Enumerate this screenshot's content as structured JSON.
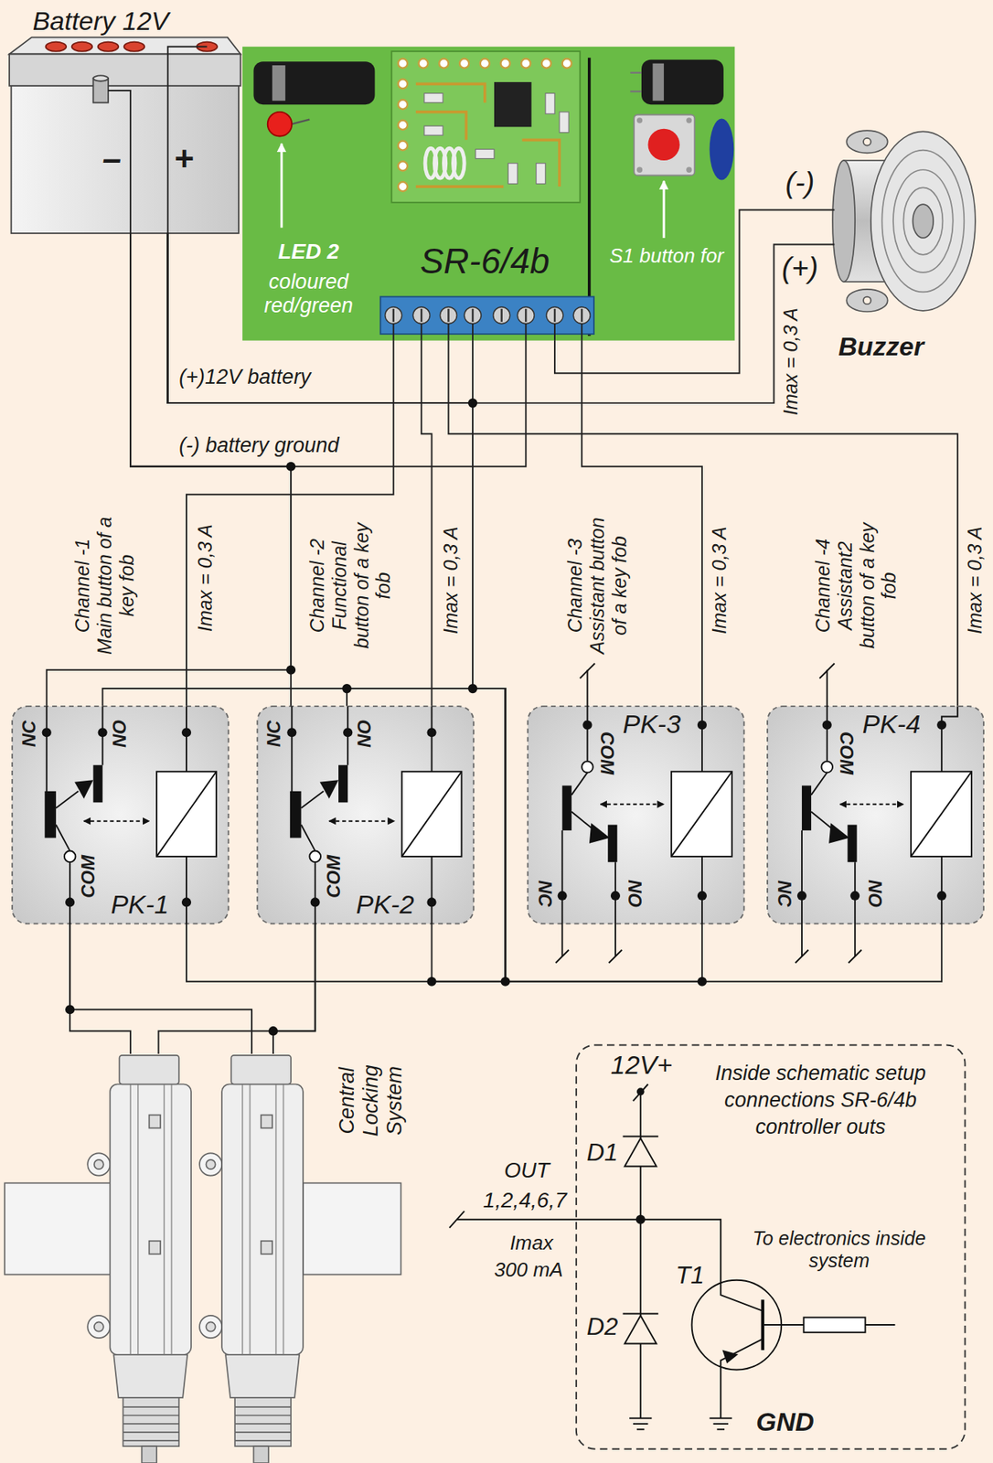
{
  "diagram": {
    "nodes": [
      {
        "text": [
          "Battery 12V",
          "–",
          "+"
        ]
      },
      {
        "text": [
          "SR-6/4b",
          "LED 2",
          "coloured red/green",
          "S1 button for"
        ]
      },
      {
        "text": [
          "Buzzer"
        ]
      },
      {
        "text": [
          "NC",
          "NO",
          "COM",
          "PK-1"
        ]
      },
      {
        "text": [
          "NC",
          "NO",
          "COM",
          "PK-2"
        ]
      },
      {
        "text": [
          "PK-3",
          "COM",
          "NC",
          "NO"
        ]
      },
      {
        "text": [
          "PK-4",
          "COM",
          "NC",
          "NO"
        ]
      },
      {
        "text": [
          "Central Locking System"
        ]
      },
      {
        "text": [
          "12V+",
          "Inside schematic setup connections SR-6/4b controller outs",
          "D1",
          "To electronics inside system",
          "T1",
          "D2",
          "GND"
        ]
      }
    ],
    "edges": [
      {
        "from": 0,
        "to": 1,
        "arrow": "none"
      },
      {
        "from": 0,
        "to": 1,
        "arrow": "none"
      },
      {
        "from": 0,
        "to": 2,
        "arrow": "none"
      },
      {
        "from": 1,
        "to": 2,
        "arrow": "none"
      },
      {
        "from": 1,
        "to": 3,
        "arrow": "none"
      },
      {
        "from": 1,
        "to": 4,
        "arrow": "none"
      },
      {
        "from": 1,
        "to": 5,
        "arrow": "none"
      },
      {
        "from": 1,
        "to": 6,
        "arrow": "none"
      },
      {
        "from": 0,
        "to": 3,
        "arrow": "none"
      },
      {
        "from": 0,
        "to": 4,
        "arrow": "none"
      },
      {
        "from": 0,
        "to": 3,
        "arrow": "none"
      },
      {
        "from": 0,
        "to": 4,
        "arrow": "none"
      },
      {
        "from": 0,
        "to": 3,
        "arrow": "none"
      },
      {
        "from": 0,
        "to": 4,
        "arrow": "none"
      },
      {
        "from": 0,
        "to": 5,
        "arrow": "none"
      },
      {
        "from": 0,
        "to": 6,
        "arrow": "none"
      },
      {
        "from": 3,
        "to": 7,
        "arrow": "none"
      },
      {
        "from": 3,
        "to": 7,
        "arrow": "none"
      },
      {
        "from": 4,
        "to": 7,
        "arrow": "none"
      },
      {
        "from": 4,
        "to": 7,
        "arrow": "none"
      }
    ],
    "labels": [
      "(+)12V battery",
      "(-) battery ground",
      "(-)",
      "(+)",
      "Imax = 0,3 A",
      "Channel -1 Main button of a key fob",
      "Imax = 0,3 A",
      "Channel -2 Functional button of a key fob",
      "Imax = 0,3 A",
      "Channel -3 Assistant button of a key fob",
      "Imax = 0,3 A",
      "Channel -4 Assistant2 button of a key fob",
      "Imax = 0,3 A",
      "OUT",
      "1,2,4,6,7",
      "Imax",
      "300 mA"
    ]
  }
}
